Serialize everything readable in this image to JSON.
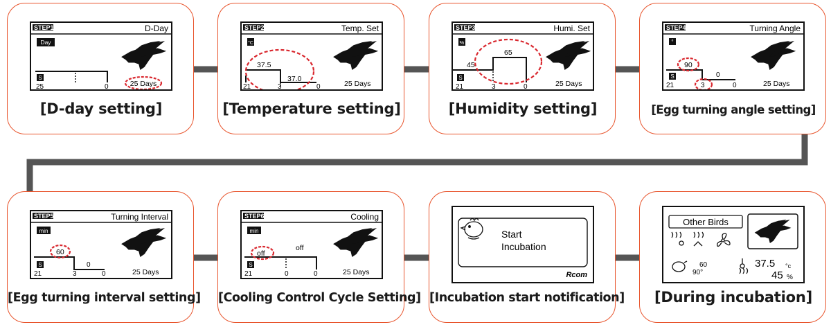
{
  "colors": {
    "accent": "#e8542c",
    "connector": "#555555",
    "highlight": "#d9272e",
    "ink": "#111111"
  },
  "cards": [
    {
      "id": "dday",
      "step": "STEP1",
      "title": "D-Day",
      "caption": "[D-day setting]",
      "unit": "Day",
      "mode": "S",
      "start": "25",
      "end": "0",
      "days": "25 Days"
    },
    {
      "id": "temp",
      "step": "STEP2",
      "title": "Temp. Set",
      "caption": "[Temperature setting]",
      "unit": "°C",
      "mode": "S",
      "start": "21",
      "mid": "3",
      "end": "0",
      "value_high": "37.5",
      "value_low": "37.0",
      "days": "25 Days"
    },
    {
      "id": "humi",
      "step": "STEP3",
      "title": "Humi. Set",
      "caption": "[Humidity setting]",
      "unit": "%",
      "mode": "S",
      "start": "21",
      "mid": "3",
      "end": "0",
      "value_low": "45",
      "value_high": "65",
      "days": "25 Days"
    },
    {
      "id": "angle",
      "step": "STEP4",
      "title": "Turning Angle",
      "caption": "[Egg turning angle setting]",
      "unit": "°",
      "mode": "S",
      "start": "21",
      "mid": "3",
      "end": "0",
      "value_high": "90",
      "value_low": "0",
      "days": "25 Days"
    },
    {
      "id": "interval",
      "step": "STEP5",
      "title": "Turning Interval",
      "caption": "[Egg turning interval setting]",
      "unit": "min",
      "mode": "S",
      "start": "21",
      "mid": "3",
      "end": "0",
      "value_high": "60",
      "value_low": "0",
      "days": "25 Days"
    },
    {
      "id": "cooling",
      "step": "STEP6",
      "title": "Cooling",
      "caption": "[Cooling Control Cycle Setting]",
      "unit": "min",
      "mode": "S",
      "start": "21",
      "mid": "0",
      "end": "0",
      "value_first": "off",
      "value_second": "off",
      "days": "25 Days"
    },
    {
      "id": "start",
      "caption": "[Incubation start notification]",
      "message_line1": "Start",
      "message_line2": "Incubation",
      "brand": "Rcom"
    },
    {
      "id": "during",
      "caption": "[During incubation]",
      "species": "Other Birds",
      "turn_interval": "60",
      "turn_angle": "90°",
      "temperature": "37.5",
      "temp_unit": "°c",
      "humidity": "45",
      "humi_unit": "%"
    }
  ]
}
